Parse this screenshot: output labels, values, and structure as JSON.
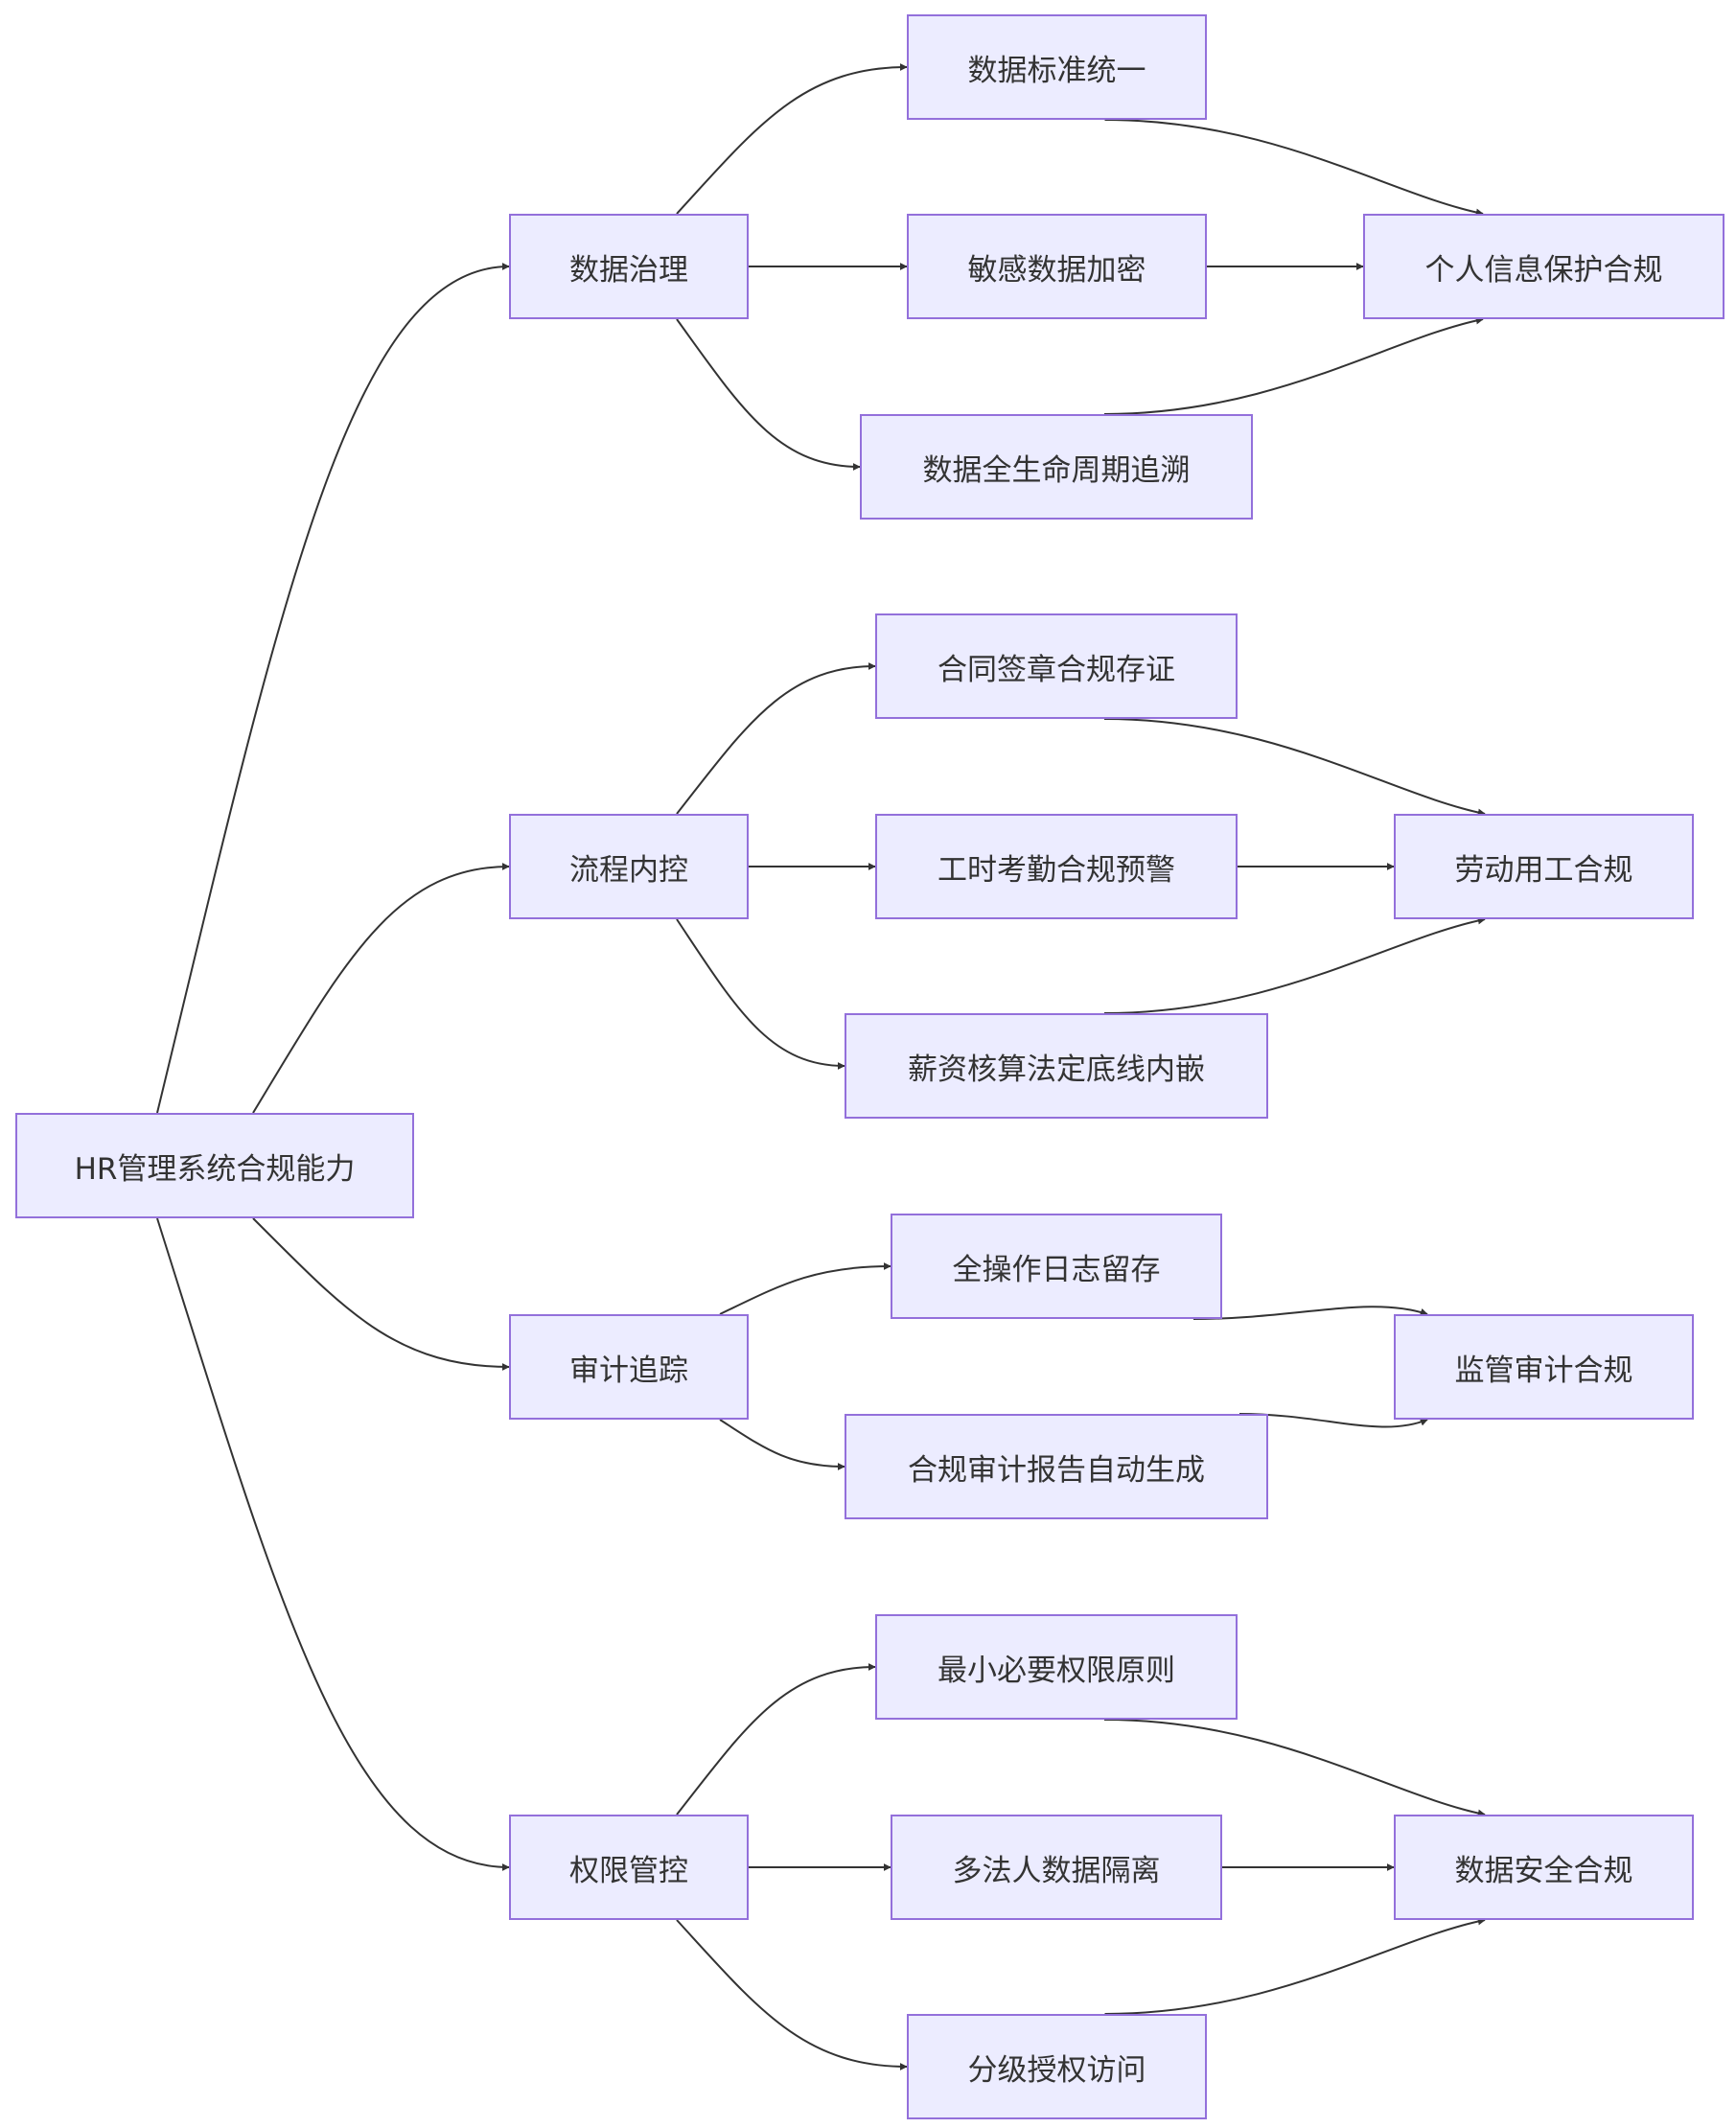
{
  "diagram": {
    "type": "flowchart",
    "direction": "LR",
    "colors": {
      "node_fill": "#ececff",
      "node_border": "#9370db",
      "text": "#333333",
      "edge": "#333333"
    },
    "nodes": [
      {
        "id": "root",
        "label": "HR管理系统合规能力"
      },
      {
        "id": "gov",
        "label": "数据治理"
      },
      {
        "id": "proc",
        "label": "流程内控"
      },
      {
        "id": "audit",
        "label": "审计追踪"
      },
      {
        "id": "perm",
        "label": "权限管控"
      },
      {
        "id": "d1",
        "label": "数据标准统一"
      },
      {
        "id": "d2",
        "label": "敏感数据加密"
      },
      {
        "id": "d3",
        "label": "数据全生命周期追溯"
      },
      {
        "id": "p1",
        "label": "合同签章合规存证"
      },
      {
        "id": "p2",
        "label": "工时考勤合规预警"
      },
      {
        "id": "p3",
        "label": "薪资核算法定底线内嵌"
      },
      {
        "id": "a1",
        "label": "全操作日志留存"
      },
      {
        "id": "a2",
        "label": "合规审计报告自动生成"
      },
      {
        "id": "k1",
        "label": "最小必要权限原则"
      },
      {
        "id": "k2",
        "label": "多法人数据隔离"
      },
      {
        "id": "k3",
        "label": "分级授权访问"
      },
      {
        "id": "r1",
        "label": "个人信息保护合规"
      },
      {
        "id": "r2",
        "label": "劳动用工合规"
      },
      {
        "id": "r3",
        "label": "监管审计合规"
      },
      {
        "id": "r4",
        "label": "数据安全合规"
      }
    ],
    "edges": [
      {
        "from": "root",
        "to": "gov"
      },
      {
        "from": "root",
        "to": "proc"
      },
      {
        "from": "root",
        "to": "audit"
      },
      {
        "from": "root",
        "to": "perm"
      },
      {
        "from": "gov",
        "to": "d1"
      },
      {
        "from": "gov",
        "to": "d2"
      },
      {
        "from": "gov",
        "to": "d3"
      },
      {
        "from": "d1",
        "to": "r1"
      },
      {
        "from": "d2",
        "to": "r1"
      },
      {
        "from": "d3",
        "to": "r1"
      },
      {
        "from": "proc",
        "to": "p1"
      },
      {
        "from": "proc",
        "to": "p2"
      },
      {
        "from": "proc",
        "to": "p3"
      },
      {
        "from": "p1",
        "to": "r2"
      },
      {
        "from": "p2",
        "to": "r2"
      },
      {
        "from": "p3",
        "to": "r2"
      },
      {
        "from": "audit",
        "to": "a1"
      },
      {
        "from": "audit",
        "to": "a2"
      },
      {
        "from": "a1",
        "to": "r3"
      },
      {
        "from": "a2",
        "to": "r3"
      },
      {
        "from": "perm",
        "to": "k1"
      },
      {
        "from": "perm",
        "to": "k2"
      },
      {
        "from": "perm",
        "to": "k3"
      },
      {
        "from": "k1",
        "to": "r4"
      },
      {
        "from": "k2",
        "to": "r4"
      },
      {
        "from": "k3",
        "to": "r4"
      }
    ]
  }
}
